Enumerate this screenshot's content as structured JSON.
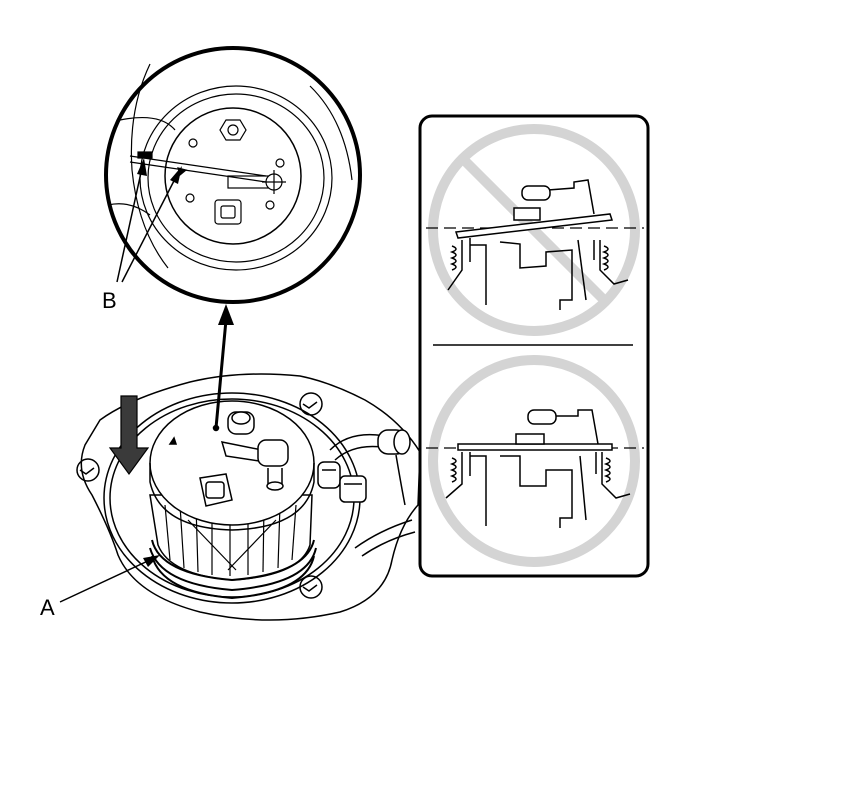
{
  "labels": {
    "a": "A",
    "b": "B"
  },
  "panels": {
    "incorrect": {
      "meaning": "prohibited-icon"
    },
    "correct": {
      "meaning": "allowed"
    }
  },
  "colors": {
    "line": "#000000",
    "prohibited": "#d4d4d4",
    "fill": "#ffffff"
  }
}
